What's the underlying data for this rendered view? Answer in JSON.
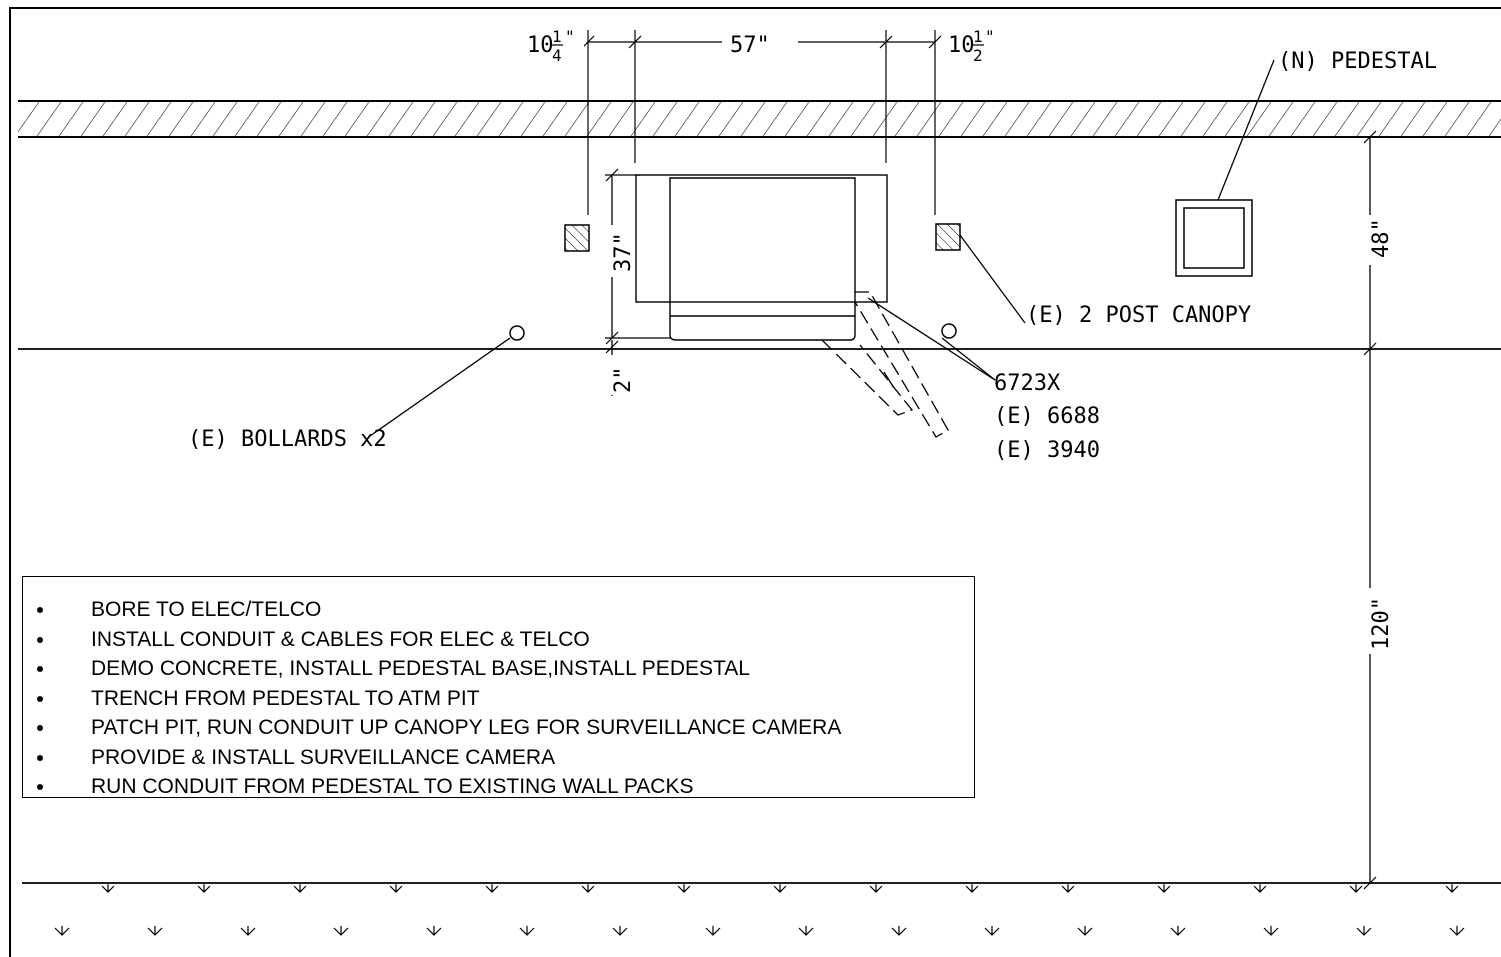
{
  "dimensions": {
    "left_offset_whole": "10",
    "left_offset_frac_num": "1",
    "left_offset_frac_den": "4",
    "left_offset_unit": "\"",
    "width": "57\"",
    "right_offset_whole": "10",
    "right_offset_frac_num": "1",
    "right_offset_frac_den": "2",
    "right_offset_unit": "\"",
    "depth": "37\"",
    "curb_gap": "2\"",
    "setback": "48\"",
    "distance": "120\""
  },
  "callouts": {
    "pedestal": "(N) PEDESTAL",
    "canopy": "(E) 2 POST CANOPY",
    "bollards": "(E) BOLLARDS x2",
    "atm_model_1": "6723X",
    "atm_model_2": "(E) 6688",
    "atm_model_3": "(E) 3940"
  },
  "notes": [
    "BORE TO ELEC/TELCO",
    "INSTALL CONDUIT & CABLES FOR ELEC & TELCO",
    "DEMO CONCRETE, INSTALL PEDESTAL BASE,INSTALL PEDESTAL",
    "TRENCH FROM PEDESTAL TO ATM PIT",
    "PATCH PIT, RUN CONDUIT UP CANOPY LEG FOR SURVEILLANCE CAMERA",
    "PROVIDE & INSTALL SURVEILLANCE CAMERA",
    "RUN CONDUIT FROM PEDESTAL TO EXISTING WALL PACKS"
  ]
}
